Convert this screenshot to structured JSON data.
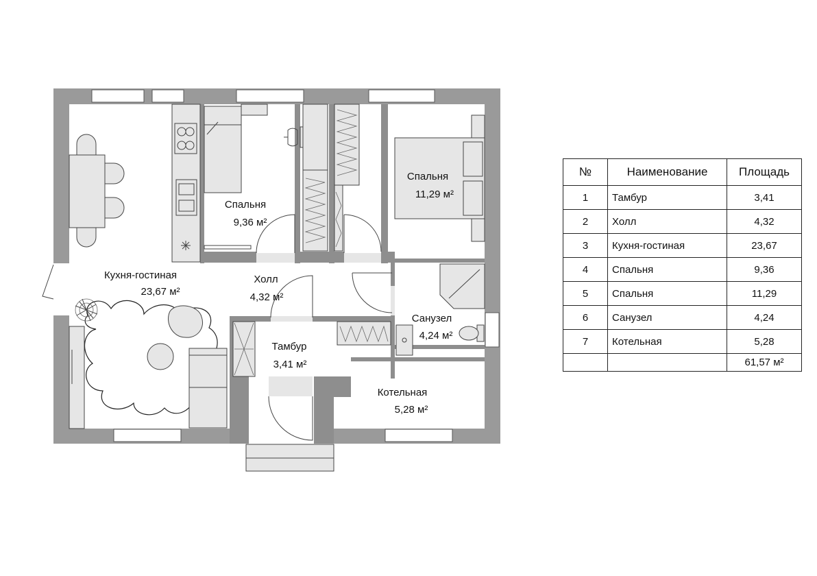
{
  "rooms": {
    "kitchen": {
      "name": "Кухня-гостиная",
      "area": "23,67 м²"
    },
    "bedroom1": {
      "name": "Спальня",
      "area": "9,36 м²"
    },
    "bedroom2": {
      "name": "Спальня",
      "area": "11,29 м²"
    },
    "hall": {
      "name": "Холл",
      "area": "4,32 м²"
    },
    "bathroom": {
      "name": "Санузел",
      "area": "4,24 м²"
    },
    "vestibule": {
      "name": "Тамбур",
      "area": "3,41 м²"
    },
    "boiler": {
      "name": "Котельная",
      "area": "5,28 м²"
    }
  },
  "table": {
    "headers": {
      "num": "№",
      "name": "Наименование",
      "area": "Площадь"
    },
    "rows": [
      {
        "num": "1",
        "name": "Тамбур",
        "area": "3,41"
      },
      {
        "num": "2",
        "name": "Холл",
        "area": "4,32"
      },
      {
        "num": "3",
        "name": "Кухня-гостиная",
        "area": "23,67"
      },
      {
        "num": "4",
        "name": "Спальня",
        "area": "9,36"
      },
      {
        "num": "5",
        "name": "Спальня",
        "area": "11,29"
      },
      {
        "num": "6",
        "name": "Санузел",
        "area": "4,24"
      },
      {
        "num": "7",
        "name": "Котельная",
        "area": "5,28"
      }
    ],
    "total": "61,57 м²"
  },
  "colors": {
    "wall": "#9a9a9a",
    "furniture": "#e6e6e6",
    "line": "#444444"
  }
}
